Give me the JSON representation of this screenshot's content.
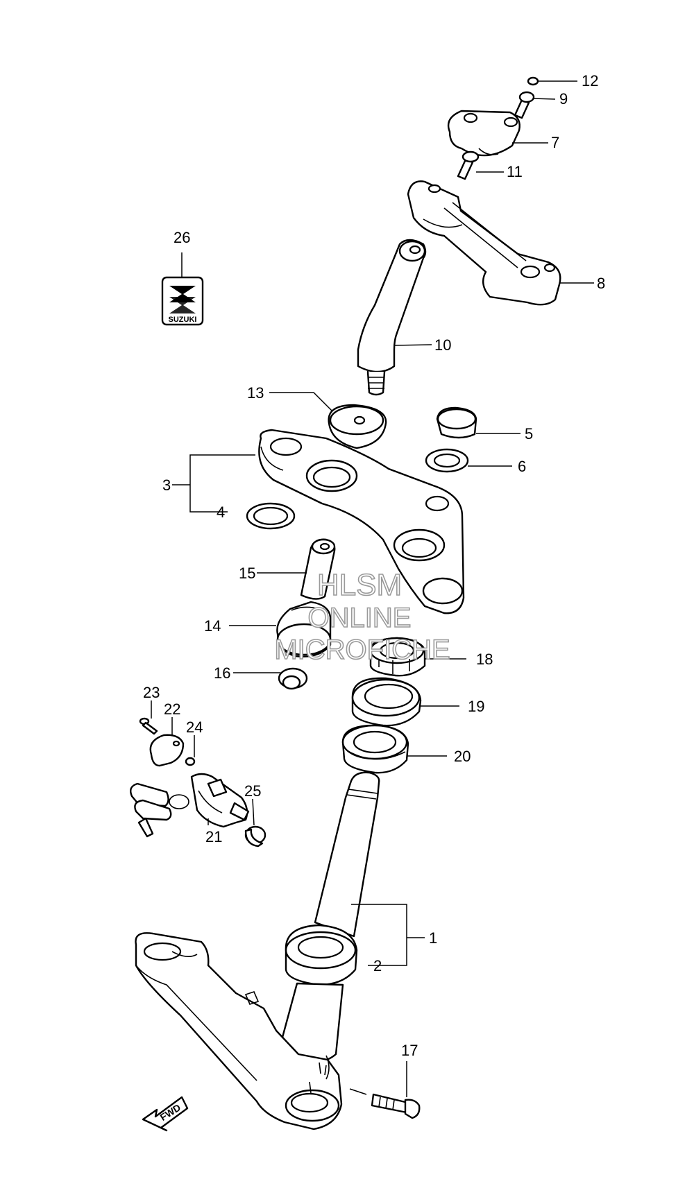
{
  "callouts": [
    "1",
    "2",
    "3",
    "4",
    "5",
    "6",
    "7",
    "8",
    "9",
    "10",
    "11",
    "12",
    "13",
    "14",
    "15",
    "16",
    "17",
    "18",
    "19",
    "20",
    "21",
    "22",
    "23",
    "24",
    "25",
    "26"
  ],
  "watermark": {
    "line1": "HLSM",
    "line2": "ONLINE",
    "line3": "MICROFICHE"
  },
  "logo_text": "SUZUKI",
  "fwd_text": "FWD"
}
